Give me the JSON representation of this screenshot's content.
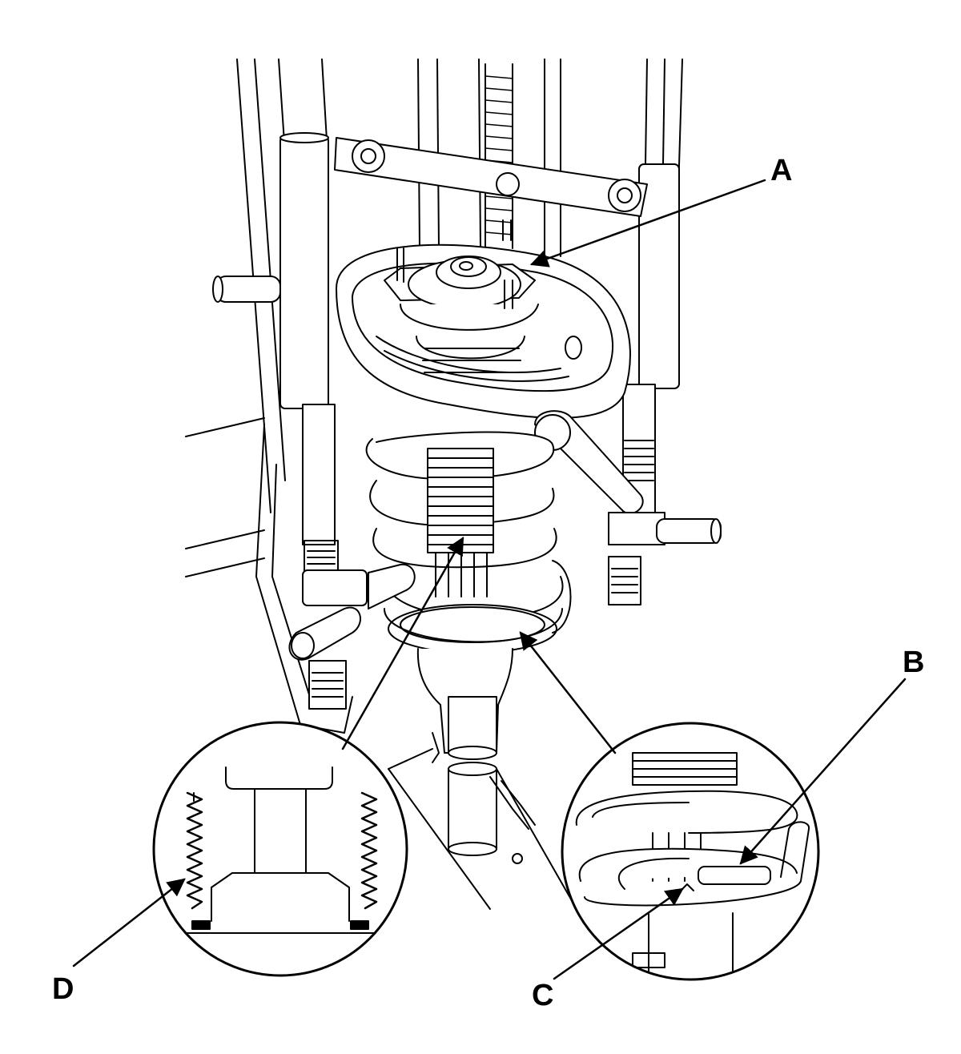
{
  "callouts": {
    "a": "A",
    "b": "B",
    "c": "C",
    "d": "D"
  },
  "colors": {
    "line": "#000000",
    "fill": "#ffffff",
    "detail": "#1a1a1a"
  }
}
